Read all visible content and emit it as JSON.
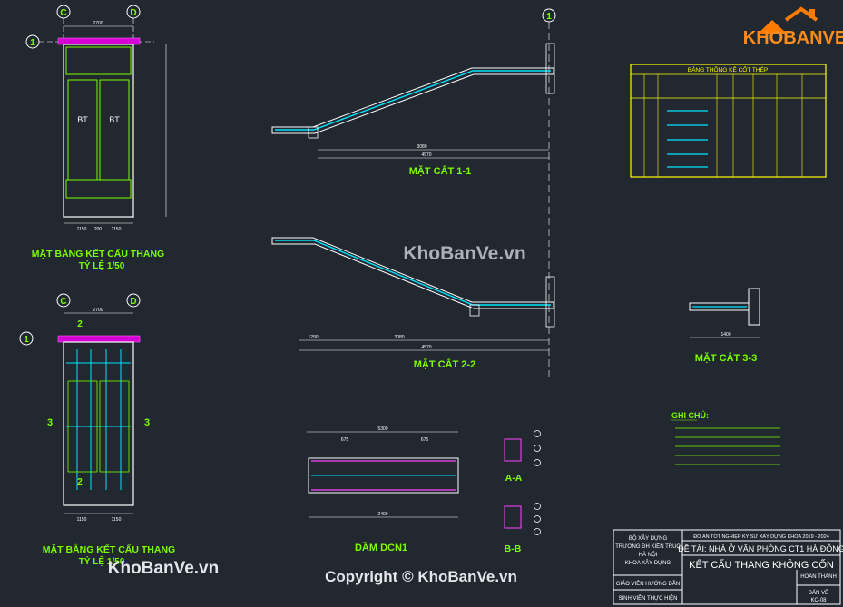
{
  "logo": {
    "brand": "KHOBANVE"
  },
  "watermarks": {
    "center": "KhoBanVe.vn",
    "bottom_left": "KhoBanVe.vn",
    "copyright": "Copyright © KhoBanVe.vn"
  },
  "axes": {
    "c": "C",
    "d": "D",
    "one": "1"
  },
  "views": {
    "plan1_title": "MẶT BẰNG KẾT CẤU THANG",
    "plan1_scale": "TỶ LỆ 1/50",
    "plan2_title": "MẶT BẰNG KẾT CẤU THANG",
    "plan2_scale": "TỶ LỆ 1/50",
    "section11": "MẶT CẮT 1-1",
    "section22": "MẶT CẮT 2-2",
    "section33": "MẶT CẮT 3-3",
    "beam": "DẦM DCN1",
    "aa": "A-A",
    "bb": "B-B",
    "bt": "BT",
    "cut2": "2",
    "cut3": "3"
  },
  "dims": {
    "w2700": "2700",
    "p1150": "1150",
    "p200": "200",
    "s3080": "3080",
    "s4570": "4570",
    "s1290": "1290",
    "b5300": "5300",
    "b2400": "2400",
    "b675": "675",
    "c1400": "1400"
  },
  "rebar_table": {
    "title": "BẢNG THỐNG KÊ CỐT THÉP"
  },
  "notes": {
    "title": "GHI CHÚ:"
  },
  "title_block": {
    "school_1": "BỘ XÂY DỰNG",
    "school_2": "TRƯỜNG ĐH KIẾN TRÚC",
    "school_3": "HÀ NỘI",
    "school_4": "KHOA XÂY DỰNG",
    "thesis": "ĐỒ ÁN TỐT NGHIỆP KỸ SƯ XÂY DỰNG KHÓA 2019 - 2024",
    "project": "ĐỀ TÀI: NHÀ Ở VĂN PHÒNG CT1 HÀ ĐÔNG",
    "sheet_title": "KẾT CẤU THANG KHÔNG CỐN",
    "role_1": "GIÁO VIÊN HƯỚNG DẪN",
    "role_2": "SINH VIÊN THỰC HIỆN",
    "status": "HOÀN THÀNH",
    "sheet_label": "BẢN VẼ",
    "sheet_no": "KC-08"
  }
}
